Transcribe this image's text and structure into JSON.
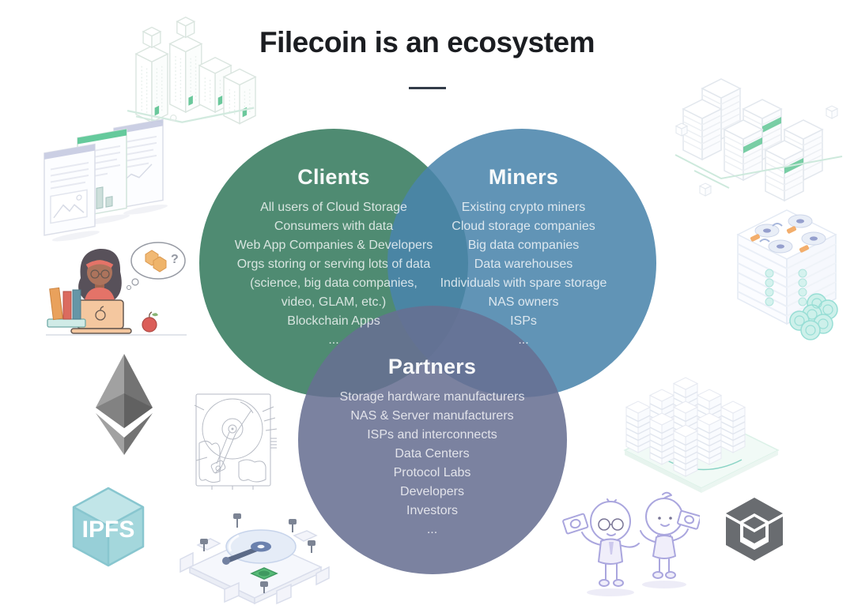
{
  "slide": {
    "title": "Filecoin is an ecosystem"
  },
  "venn": {
    "clients": {
      "label": "Clients",
      "color": "#4F8B72",
      "items": [
        "All users of Cloud Storage",
        "Consumers with data",
        "Web App Companies & Developers",
        "Orgs storing or serving lots of data",
        "(science, big data companies,",
        "video, GLAM, etc.)",
        "Blockchain Apps",
        "..."
      ]
    },
    "miners": {
      "label": "Miners",
      "color": "#6294B6",
      "items": [
        "Existing crypto miners",
        "Cloud storage companies",
        "Big data companies",
        "Data warehouses",
        "Individuals with spare storage",
        "NAS owners",
        "ISPs",
        "..."
      ]
    },
    "partners": {
      "label": "Partners",
      "color": "#7B82A0",
      "items": [
        "Storage hardware manufacturers",
        "NAS & Server manufacturers",
        "ISPs and interconnects",
        "Data Centers",
        "Protocol Labs",
        "Developers",
        "Investors",
        "..."
      ]
    }
  },
  "decorations": {
    "ipfs_label": "IPFS",
    "thought_question_mark": "?"
  },
  "colors": {
    "background": "#FFFFFF",
    "title_text": "#1B1D21",
    "divider": "#333C49",
    "clients_circle": "#4F8B72",
    "miners_circle": "#6294B6",
    "partners_circle": "#7B82A0",
    "circle_text": "#FFFFFF",
    "ipfs_cube": "#9ED2D9",
    "ethereum_logo_gray": "#828282",
    "protocol_labs_logo_gray": "#5D6064",
    "illustration_green_accent": "#5EC493"
  }
}
